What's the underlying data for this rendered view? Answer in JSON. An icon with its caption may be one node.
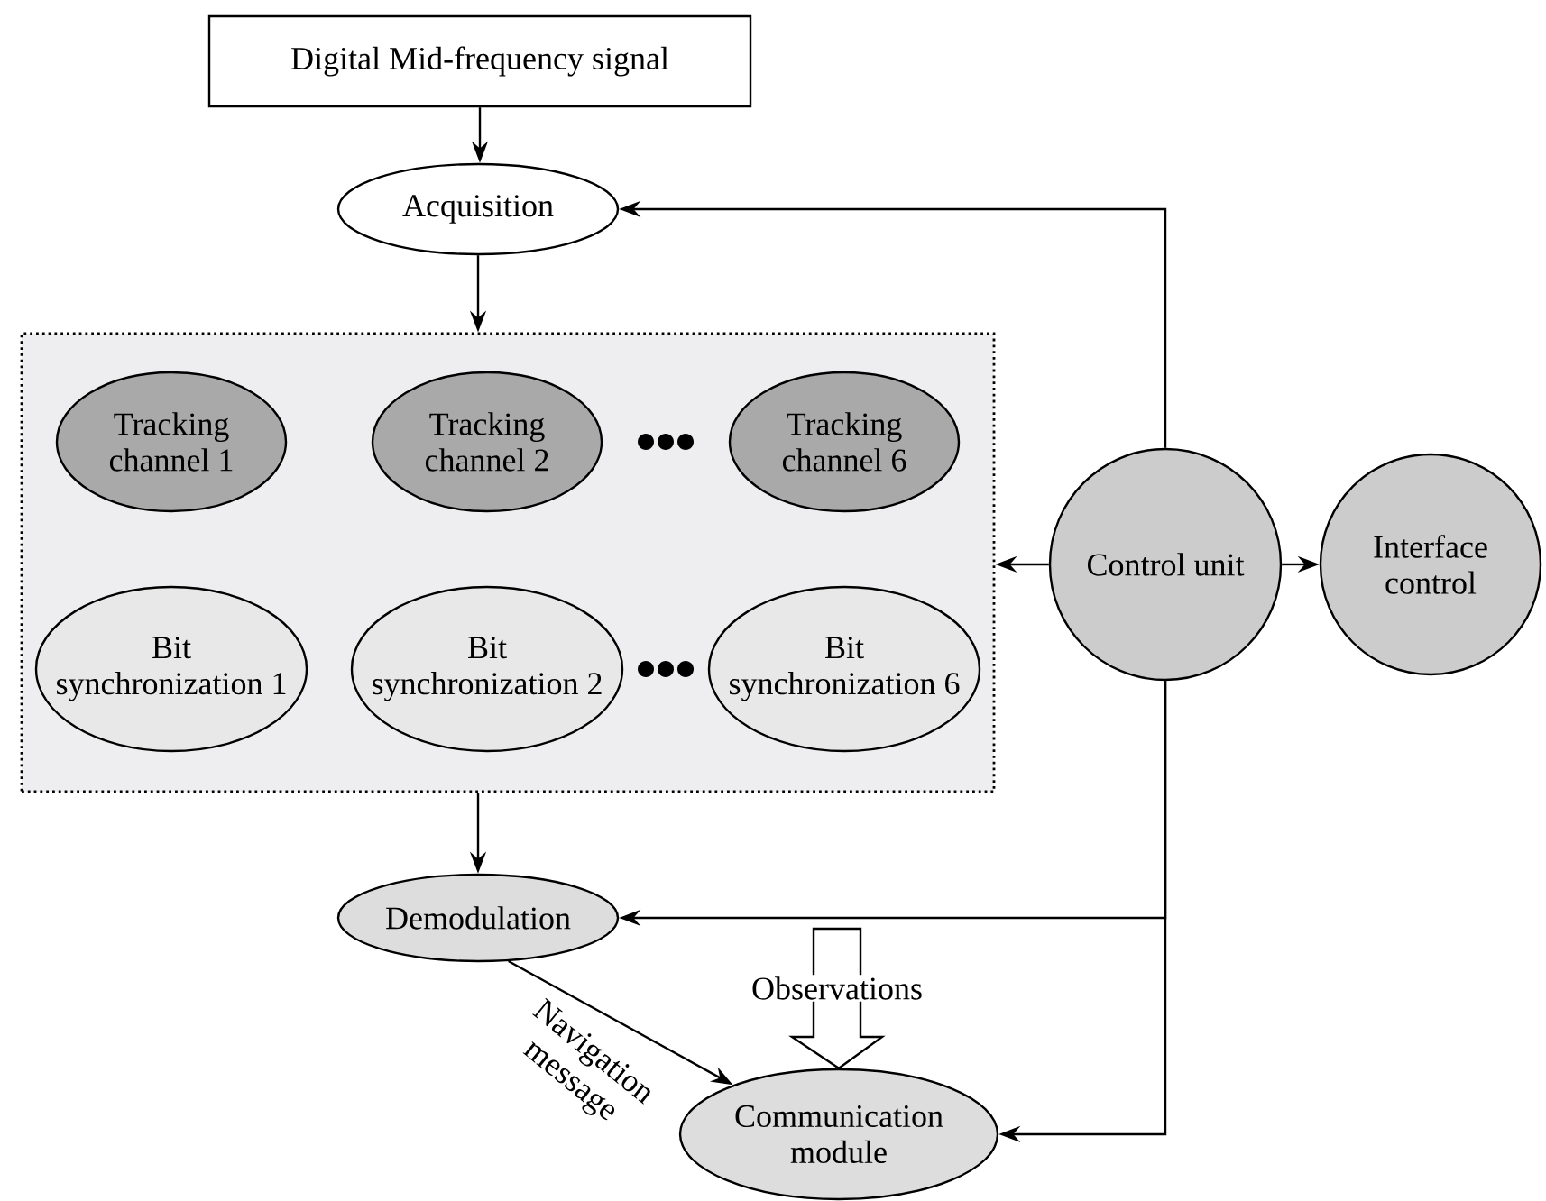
{
  "diagram": {
    "nodes": [
      {
        "text": [
          "Digital Mid-frequency signal"
        ]
      },
      {
        "text": [
          "Acquisition"
        ]
      },
      {
        "text": [],
        "shape": "box"
      },
      {
        "text": [
          "Tracking channel 1"
        ],
        "in": 2
      },
      {
        "text": [
          "Tracking channel 2"
        ],
        "in": 2
      },
      {
        "text": [
          "Tracking channel 6"
        ],
        "in": 2
      },
      {
        "text": [
          "Bit synchronization 1"
        ],
        "in": 2
      },
      {
        "text": [
          "Bit synchronization 2"
        ],
        "in": 2
      },
      {
        "text": [
          "Bit synchronization 6"
        ],
        "in": 2
      },
      {
        "text": [
          "Control unit"
        ]
      },
      {
        "text": [
          "Interface control"
        ]
      },
      {
        "text": [
          "Demodulation"
        ]
      },
      {
        "text": [
          "Communication module"
        ]
      }
    ],
    "edges": [
      {
        "from": 0,
        "to": 1,
        "arrow": "to"
      },
      {
        "from": 1,
        "to": 2,
        "arrow": "to"
      },
      {
        "from": 9,
        "to": 1,
        "arrow": "to"
      },
      {
        "from": 9,
        "to": 2,
        "arrow": "to"
      },
      {
        "from": 9,
        "to": 10,
        "arrow": "to"
      },
      {
        "from": 2,
        "to": 11,
        "arrow": "to"
      },
      {
        "from": 9,
        "to": 11,
        "arrow": "to"
      },
      {
        "from": 9,
        "to": 12,
        "arrow": "to"
      },
      {
        "from": 11,
        "to": 12,
        "arrow": "to",
        "label": "Navigation message"
      },
      {
        "from": null,
        "to": 12,
        "arrow": "to",
        "label": "Observations"
      }
    ]
  }
}
